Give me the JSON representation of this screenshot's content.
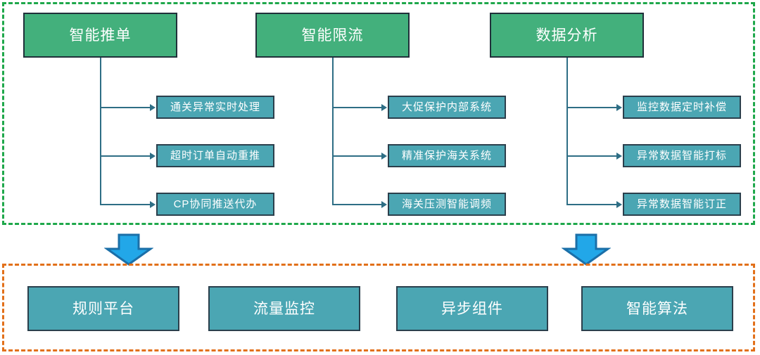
{
  "diagram": {
    "title_top_group": "",
    "colors": {
      "group_top_border": "#1FA84B",
      "group_bottom_border": "#E2701A",
      "header_box_fill": "#43B07C",
      "leaf_box_fill": "#4BA6B3",
      "connector_line": "#2E6E85",
      "big_arrow_fill": "#22A7E8",
      "big_arrow_stroke": "#1B6FA8",
      "box_text": "#FFFFFF"
    }
  },
  "top_group": {
    "columns": [
      {
        "header": "智能推单",
        "items": [
          "通关异常实时处理",
          "超时订单自动重推",
          "CP协同推送代办"
        ]
      },
      {
        "header": "智能限流",
        "items": [
          "大促保护内部系统",
          "精准保护海关系统",
          "海关压测智能调频"
        ]
      },
      {
        "header": "数据分析",
        "items": [
          "监控数据定时补偿",
          "异常数据智能打标",
          "异常数据智能订正"
        ]
      }
    ]
  },
  "arrows": [
    {
      "name": "down-arrow-left"
    },
    {
      "name": "down-arrow-right"
    }
  ],
  "bottom_group": {
    "platforms": [
      "规则平台",
      "流量监控",
      "异步组件",
      "智能算法"
    ]
  }
}
